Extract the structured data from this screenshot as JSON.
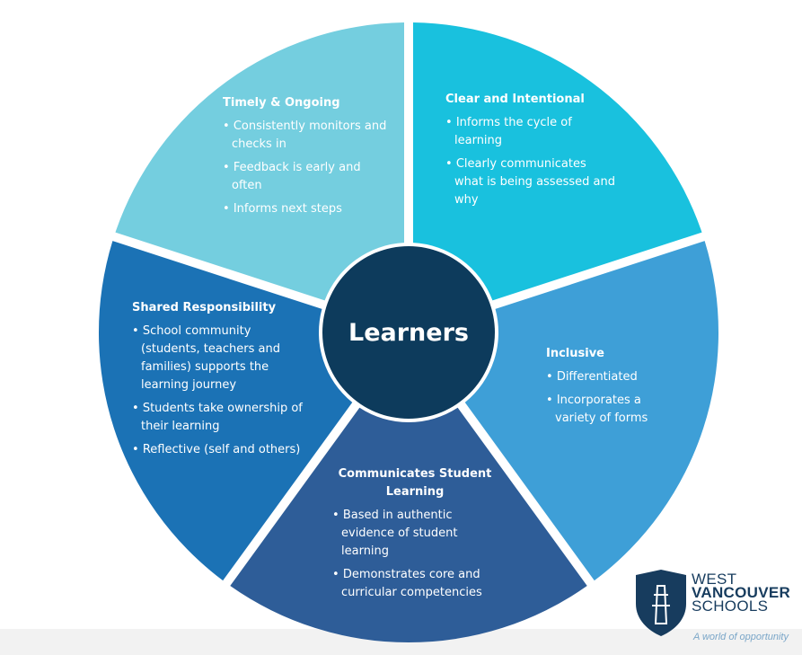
{
  "header": {
    "cut_text": ""
  },
  "center": {
    "label": "Learners",
    "color": "#0d3b5c"
  },
  "segments": {
    "timely": {
      "title": "Timely & Ongoing",
      "color": "#74cedf",
      "bullets": [
        "Consistently monitors and checks in",
        "Feedback is early and often",
        "Informs next steps"
      ]
    },
    "clear": {
      "title": "Clear and Intentional",
      "color": "#19c1de",
      "bullets": [
        "Informs the cycle of learning",
        "Clearly communicates what is being assessed and why"
      ]
    },
    "inclusive": {
      "title": "Inclusive",
      "color": "#3e9fd7",
      "bullets": [
        "Differentiated",
        "Incorporates a variety of forms"
      ]
    },
    "communicates": {
      "title": "Communicates Student Learning",
      "color": "#2e5d98",
      "bullets": [
        "Based in authentic evidence of student learning",
        "Demonstrates  core and curricular competencies"
      ]
    },
    "shared": {
      "title": "Shared Responsibility",
      "color": "#1b72b5",
      "bullets": [
        "School community (students, teachers and families) supports the learning journey",
        "Students take ownership of their learning",
        "Reflective (self and others)"
      ]
    }
  },
  "logo": {
    "line1": "WEST",
    "line2": "VANCOUVER",
    "line3": "SCHOOLS",
    "tagline": "A world of opportunity",
    "shield_color": "#173c5e"
  }
}
